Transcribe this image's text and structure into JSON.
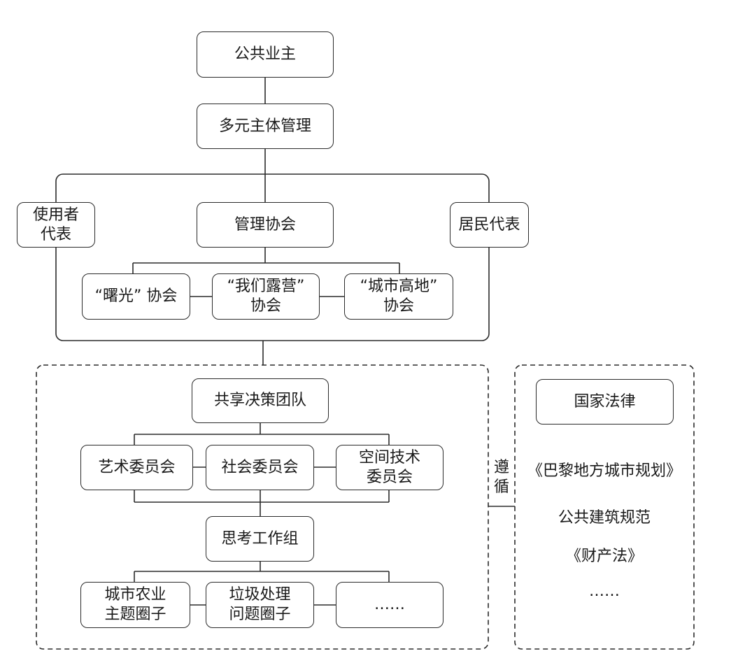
{
  "nodes": {
    "public_owner": "公共业主",
    "multi_subject": "多元主体管理",
    "user_rep": [
      "使用者",
      "代表"
    ],
    "management_assoc": "管理协会",
    "resident_rep": "居民代表",
    "shuguang_assoc": "“曙光” 协会",
    "camping_assoc": [
      "“我们露营”",
      "协会"
    ],
    "highland_assoc": [
      "“城市高地”",
      "协会"
    ],
    "shared_team": "共享决策团队",
    "art_committee": "艺术委员会",
    "social_committee": "社会委员会",
    "space_committee": [
      "空间技术",
      "委员会"
    ],
    "think_group": "思考工作组",
    "agri_circle": [
      "城市农业",
      "主题圈子"
    ],
    "waste_circle": [
      "垃圾处理",
      "问题圈子"
    ],
    "more_circle": "……",
    "national_law": "国家法律"
  },
  "follow_label": [
    "遵",
    "循"
  ],
  "laws": {
    "paris_plan": "《巴黎地方城市规划》",
    "building_code": "公共建筑规范",
    "property_law": "《财产法》",
    "more": "……"
  }
}
